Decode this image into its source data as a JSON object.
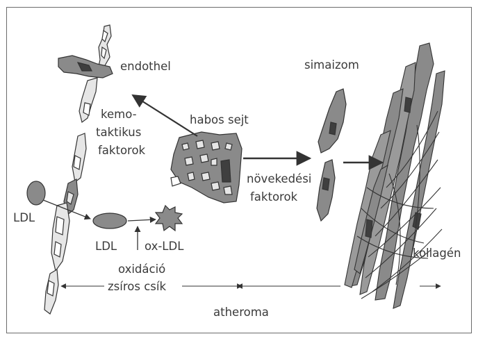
{
  "labels": {
    "endothel": "endothel",
    "simaizom": "simaizom",
    "kemo_1": "kemo-",
    "kemo_2": "taktikus",
    "kemo_3": "faktorok",
    "habos_sejt": "habos sejt",
    "novek_1": "növekedési",
    "novek_2": "faktorok",
    "ldl_left": "LDL",
    "ldl_center": "LDL",
    "ox_ldl": "ox-LDL",
    "oxidacio": "oxidáció",
    "zsiros_csik": "zsíros csík",
    "kollagen": "kollagén",
    "atheroma": "atheroma"
  },
  "colors": {
    "cell_fill": "#8a8a8a",
    "cell_dark": "#3f3f3f",
    "cell_light": "#e6e6e6",
    "line": "#444444",
    "text": "#3a3a3a"
  }
}
